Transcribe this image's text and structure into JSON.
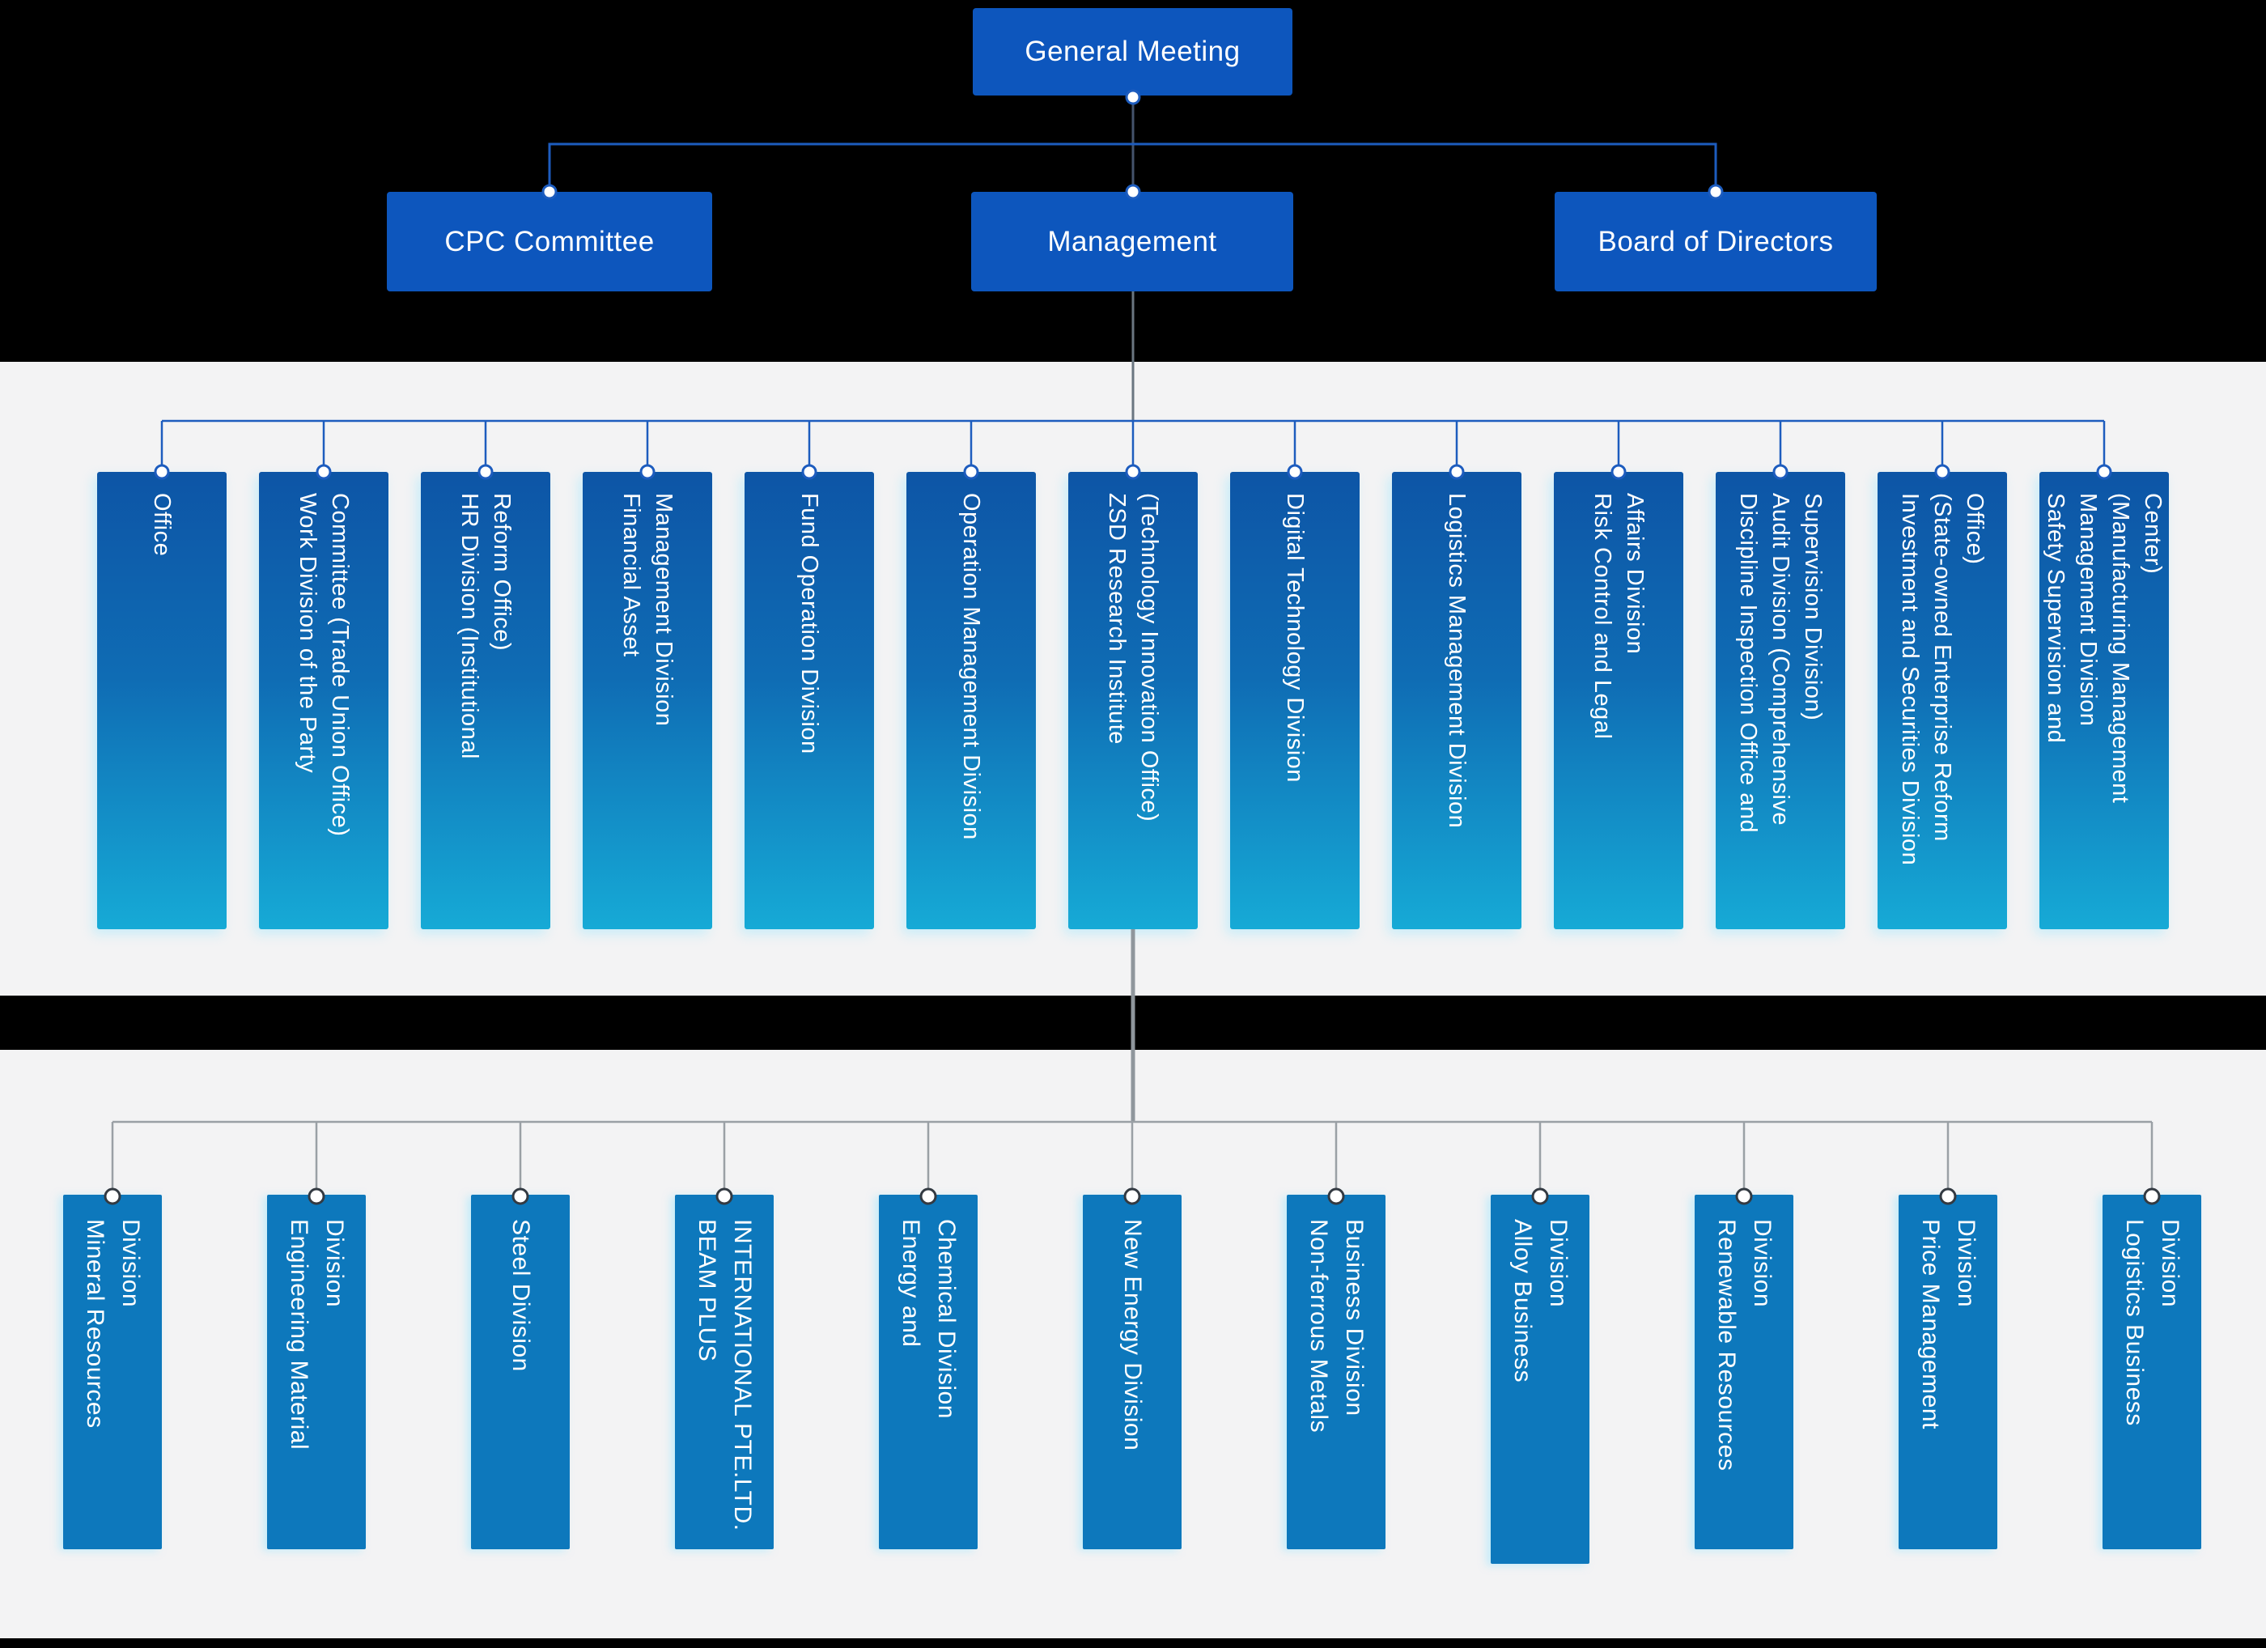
{
  "palette": {
    "node_blue": "#0d56bd",
    "dept_gradient_top": "#0d55a6",
    "dept_gradient_bottom": "#16aad6",
    "business_unit_blue": "#0d78bc",
    "connector_blue": "#1d5cbe",
    "connector_gray": "#8f969c",
    "background_black": "#000000",
    "background_gray": "#f3f3f4",
    "text_white": "#ffffff"
  },
  "org": {
    "root": {
      "label": "General Meeting"
    },
    "level2": [
      {
        "label": "CPC Committee"
      },
      {
        "label": "Management"
      },
      {
        "label": "Board of Directors"
      }
    ],
    "departments": [
      {
        "label": "Office"
      },
      {
        "label": "Work Division of the Party\nCommittee (Trade Union Office)"
      },
      {
        "label": "HR Division (Institutional\nReform Office)"
      },
      {
        "label": "Financial Asset\nManagement Division"
      },
      {
        "label": "Fund Operation Division"
      },
      {
        "label": "Operation Management Division"
      },
      {
        "label": "ZSD Research Institute\n(Technology Innovation Office)"
      },
      {
        "label": "Digital Technology Division"
      },
      {
        "label": "Logistics Management Division"
      },
      {
        "label": "Risk Control and Legal\nAffairs Division"
      },
      {
        "label": "Discipline Inspection Office and\nAudit Division (Comprehensive\nSupervision Division)"
      },
      {
        "label": "Investment and Securities Division\n(State-owned Enterprise Reform\nOffice)"
      },
      {
        "label": "Safety Supervision and\nManagement Division\n(Manufacturing Management\nCenter)"
      }
    ],
    "business_units": [
      {
        "label": "Mineral Resources\nDivision"
      },
      {
        "label": "Engineering Material\nDivision"
      },
      {
        "label": "Steel Division"
      },
      {
        "label": "BEAM PLUS\nINTERNATIONAL PTE.LTD."
      },
      {
        "label": "Energy and\nChemical Division"
      },
      {
        "label": "New Energy Division"
      },
      {
        "label": "Non-ferrous Metals\nBusiness Division"
      },
      {
        "label": "Alloy Business\nDivision"
      },
      {
        "label": "Renewable Resources\nDivision"
      },
      {
        "label": "Price Management\nDivision"
      },
      {
        "label": "Logistics Business\nDivision"
      }
    ]
  }
}
